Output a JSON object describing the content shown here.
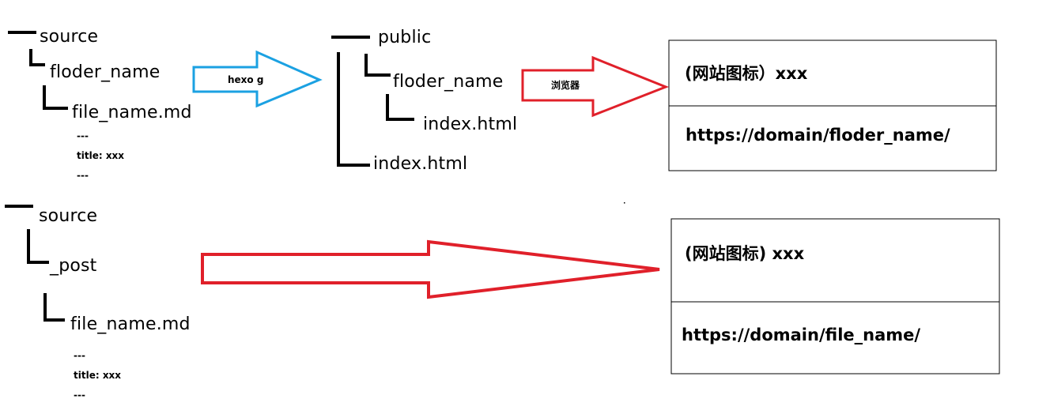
{
  "top": {
    "source_tree": {
      "root": "source",
      "folder": "floder_name",
      "file": "file_name.md",
      "front_matter": [
        "---",
        "title: xxx",
        "---"
      ]
    },
    "hexo_arrow_label": "hexo g",
    "public_tree": {
      "root": "public",
      "folder": "floder_name",
      "folder_index": "index.html",
      "root_index": "index.html"
    },
    "browser_arrow_label": "浏览器",
    "browser_box": {
      "title": "(网站图标）xxx",
      "url": "https://domain/floder_name/"
    }
  },
  "bottom": {
    "source_tree": {
      "root": "source",
      "folder": "_post",
      "file": "file_name.md",
      "front_matter": [
        "---",
        "title: xxx",
        "---"
      ]
    },
    "browser_box": {
      "title": "(网站图标) xxx",
      "url": "https://domain/file_name/"
    }
  },
  "colors": {
    "hexo_arrow": "#1ba1e2",
    "browser_arrow": "#e0202a",
    "lines": "#000000"
  }
}
